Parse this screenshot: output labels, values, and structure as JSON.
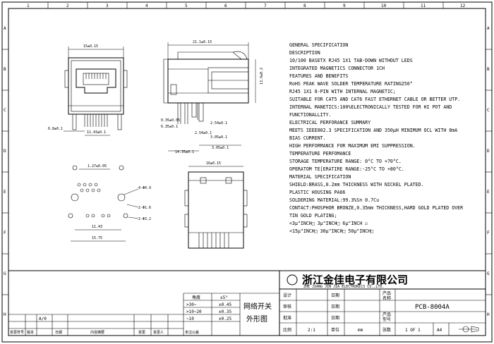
{
  "frame": {
    "top_numbers": [
      "1",
      "2",
      "3",
      "4",
      "5",
      "6",
      "7",
      "8",
      "9",
      "10",
      "11",
      "12"
    ],
    "side_letters": [
      "A",
      "B",
      "C",
      "D",
      "E",
      "F",
      "G",
      "H"
    ]
  },
  "dimensions": {
    "front_width": "15±0.15",
    "front_bottom_a": "11.43±0.1",
    "front_bottom_b": "6.8±0.1",
    "side_length": "21.1±0.15",
    "side_height": "13.9±0.2",
    "side_d1": "0.35±0.05",
    "side_d2": "3.05±0.1",
    "side_d3": "3.05±0.1",
    "side_d4": "2.54±0.1",
    "side_d5": "2.54±0.1",
    "side_d6": "6.35±0.1",
    "side_d7": "14.35±0.1",
    "pcb_top": "1.27±0.05",
    "pcb_hole1": "2-Φ1.6",
    "pcb_hole2": "2-Φ3.2",
    "pcb_hole3": "4-Φ0.9",
    "pcb_d1": "11.43",
    "pcb_d2": "15.75",
    "bottom_width": "16±0.15"
  },
  "spec": {
    "lines": [
      "GENERAL SPECIFICATION",
      "DESCRIPTION",
      "  10/100 BASETX RJ45 1X1 TAB-DOWN WITHOUT LEDS",
      "  INTEGRATED MAGNETICS CONNECTOR 1CH",
      "FEATURES AND BENEFITS",
      "  RoHS PEAK WAVE SOLDER TEMPERATURE RATING250°",
      "  RJ45 1X1 8-PIN WITH INTERNAL MAGNETIC;",
      "  SUITABLE FOR CAT5 AND CAT6 FAST ETHERNET CABLE OR BETTER UTP.",
      "  INTERNAL MANETICS:100%ELECTRONICALLY TESTED FOR HI POT AND",
      "  FUNCTIONALLITY.",
      "ELECTRICAL PERFORANCE SUMMARY",
      "  MEETS IEEE802.3 SPECIFICATION AND 350μH MINIMUM OCL WITH 8mA",
      "  BIAS CURRENT.",
      "  HIGH PERFORMANCE FOR MAXIMUM EMI SUPPRESSION.",
      "TEMPERATURE PERFOMANCE",
      "  STORAGE TEMPERATURE RANGE:  0°C TO +70°C.",
      "  OPERATOM TE[ERATIRE RANGE:-25°C TO +80°C.",
      "MATERIAL SPECIFICATION",
      "  SHIELD:BRASS,0.2mm THICKNESS WITH NICKEL PLATED.",
      "  PLASTIC HOUSING PA66",
      "  SOLDERING MATERIAL:99.3%Sn 0.7Cu",
      "  CONTACT:PHOSPHOR BRONZE,0.35mm THICKNESS,HARD GOLD PLATED OVER",
      "  TIN GOLD PLATING;",
      "  <3μ\"INCH□    3μ\"INCH□    6μ\"INCH ☑",
      "  <15μ\"INCH□  30μ\"INCH□  50μ\"INCH□"
    ]
  },
  "title_block": {
    "company_cn": "浙江金佳电子有限公司",
    "company_en": "ZHE  JIANG  JIN  JIA  ELECTRONICS  CO.,LTD.",
    "tolerance_header": "角度",
    "tolerance_header_val": "±5°",
    "tol_rows": [
      {
        "range": ">30~",
        "val": "±0.45"
      },
      {
        "range": ">10~20",
        "val": "±0.35"
      },
      {
        "range": "~10",
        "val": "±0.25"
      }
    ],
    "drawing_title_1": "网络开关",
    "drawing_title_2": "外形图",
    "design": "设计",
    "check": "审核",
    "approve": "批准",
    "scale_label": "比例",
    "scale_value": "2:1",
    "date1": "日期",
    "date2": "日期",
    "date3": "日期",
    "unit_label": "单位",
    "unit_value": "mm",
    "product_label1": "产品",
    "product_label2": "名称",
    "product_label3": "产品",
    "product_label4": "型号",
    "model": "PCB-8004A",
    "sheets_label": "张数",
    "sheets_value": "1 OF 1",
    "size": "A4",
    "rev_row_a": "A/0",
    "rev_headers": [
      "变更符号",
      "版本",
      "日期",
      "内容摘要",
      "变更",
      "变更人",
      "未注公差"
    ]
  }
}
